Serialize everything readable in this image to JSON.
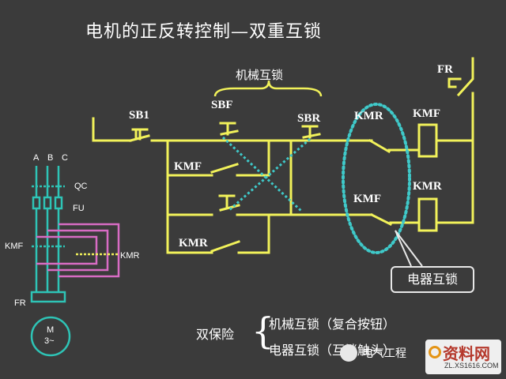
{
  "title": "电机的正反转控制—双重互锁",
  "mechanical_interlock_label": "机械互锁",
  "electrical_interlock_label": "电器互锁",
  "fr_label": "FR",
  "buttons": {
    "sb1": "SB1",
    "sbf": "SBF",
    "sbr": "SBR"
  },
  "contacts": {
    "kmf_hold": "KMF",
    "kmr_hold": "KMR",
    "kmr_interlock": "KMR",
    "kmf_interlock": "KMF"
  },
  "coils": {
    "kmf": "KMF",
    "kmr": "KMR"
  },
  "main_circuit": {
    "phases": [
      "A",
      "B",
      "C"
    ],
    "qc": "QC",
    "fu": "FU",
    "kmf": "KMF",
    "kmr": "KMR",
    "fr": "FR",
    "motor_line1": "M",
    "motor_line2": "3~"
  },
  "summary": {
    "heading": "双保险",
    "item1": "机械互锁（复合按钮）",
    "item2": "电器互锁（互锁触头）"
  },
  "watermark": {
    "account": "电气工程",
    "logo_big": "资料网",
    "logo_small": "ZL.XS1616.COM"
  },
  "colors": {
    "background": "#3b3b3b",
    "wire": "#f2f25a",
    "dashed_link": "#3fc9c9",
    "main_wire": "#2ec4b6",
    "control_wire": "#d86cc4"
  }
}
